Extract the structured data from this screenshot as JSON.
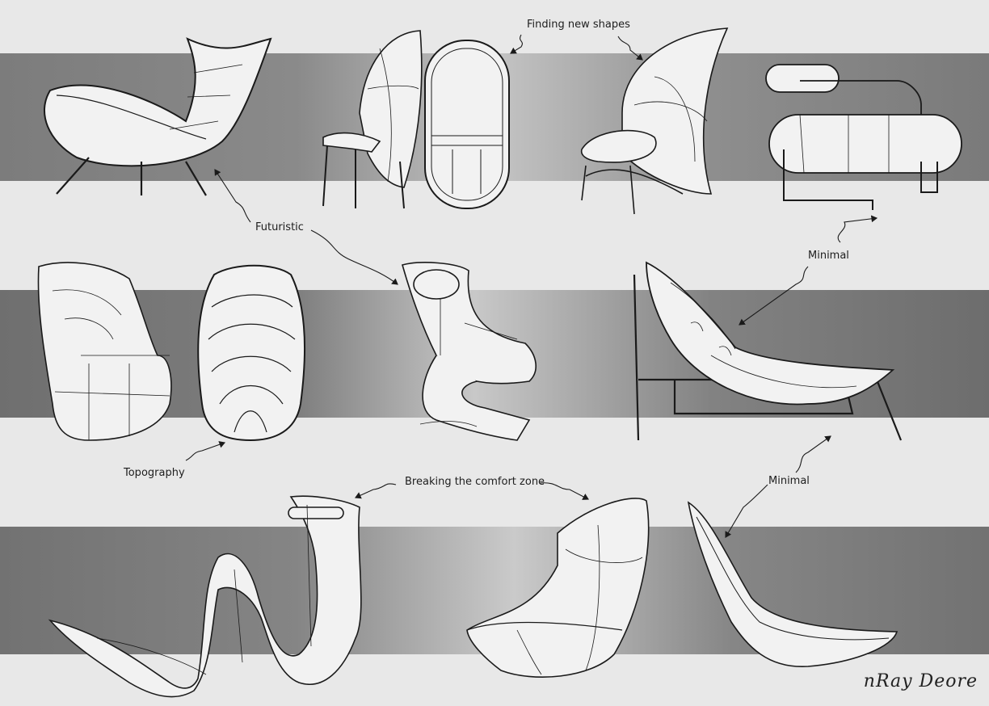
{
  "annotations": {
    "finding_new_shapes": "Finding new shapes",
    "futuristic": "Futuristic",
    "minimal_top": "Minimal",
    "topography": "Topography",
    "breaking_comfort_zone": "Breaking the comfort zone",
    "minimal_bottom": "Minimal"
  },
  "signature": "nRay Deore",
  "colors": {
    "line": "#1a1a1a",
    "chair_fill": "#f2f2f2",
    "background": "#e8e8e8",
    "band_dark": "#7a7a7a"
  }
}
